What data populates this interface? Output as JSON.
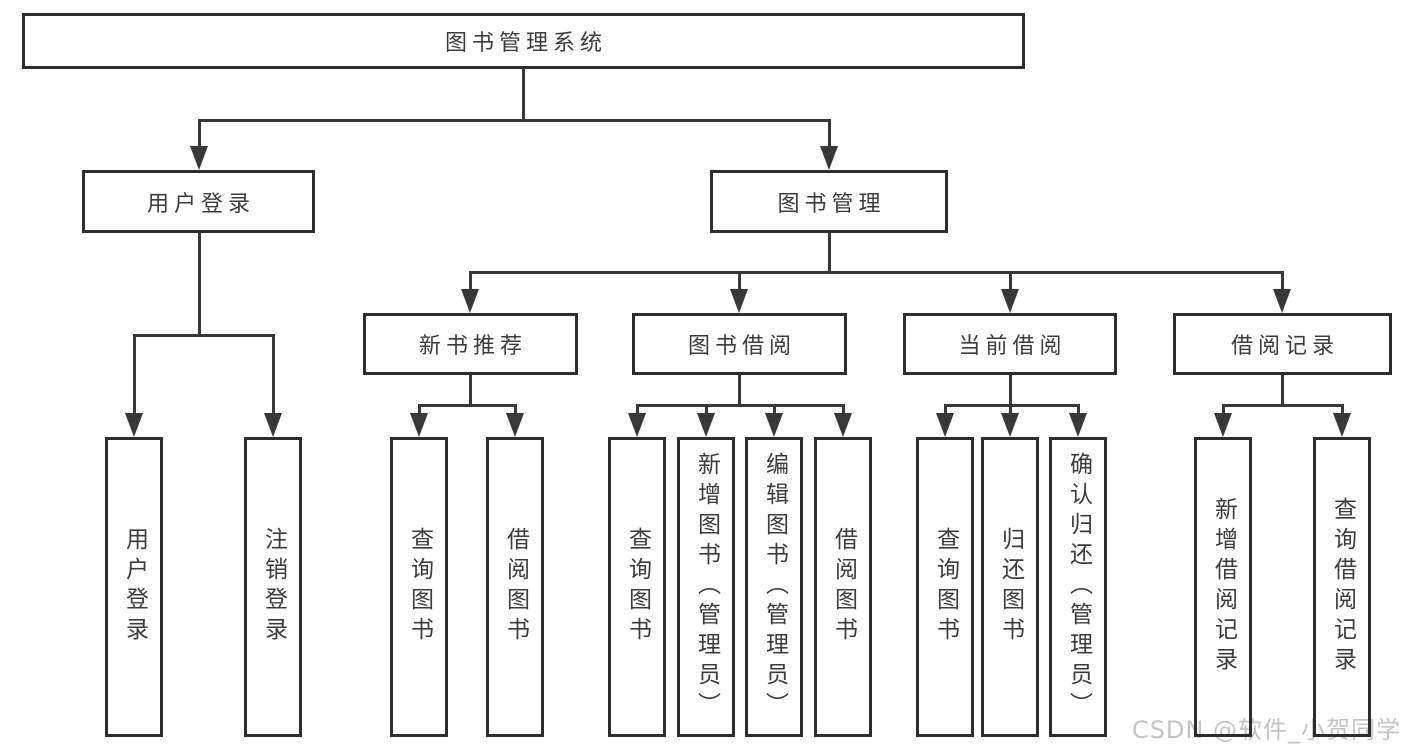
{
  "diagram": {
    "title_node": {
      "label": "图书管理系统"
    },
    "level2": [
      {
        "label": "用户登录"
      },
      {
        "label": "图书管理"
      }
    ],
    "level3": [
      {
        "label": "新书推荐"
      },
      {
        "label": "图书借阅"
      },
      {
        "label": "当前借阅"
      },
      {
        "label": "借阅记录"
      }
    ],
    "leaves": {
      "user_login": [
        {
          "label": "用户登录"
        },
        {
          "label": "注销登录"
        }
      ],
      "new_book": [
        {
          "label": "查询图书"
        },
        {
          "label": "借阅图书"
        }
      ],
      "book_borrow": [
        {
          "label": "查询图书"
        },
        {
          "label": "新增图书（管理员）"
        },
        {
          "label": "编辑图书（管理员）"
        },
        {
          "label": "借阅图书"
        }
      ],
      "current_borrow": [
        {
          "label": "查询图书"
        },
        {
          "label": "归还图书"
        },
        {
          "label": "确认归还（管理员）"
        }
      ],
      "records": [
        {
          "label": "新增借阅记录"
        },
        {
          "label": "查询借阅记录"
        }
      ]
    }
  },
  "watermark": {
    "text": "CSDN @软件_小贺同学"
  },
  "colors": {
    "line": "#383838",
    "box_border": "#2d2d2d",
    "box_fill": "#ffffff",
    "text": "#3c3c3c",
    "background": "#ffffff",
    "watermark": "#c4c4c4"
  }
}
